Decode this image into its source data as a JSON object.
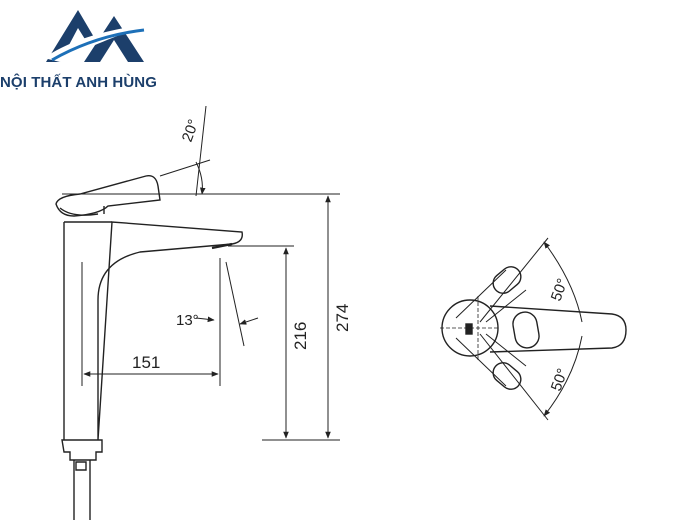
{
  "brand": {
    "name": "NỘI THẤT ANH HÙNG",
    "primary_color": "#1c3f6b",
    "accent_color": "#1d70b8"
  },
  "side_view": {
    "lever_angle": "20°",
    "spout_angle": "13°",
    "reach": "151",
    "spout_height": "216",
    "total_height": "274"
  },
  "top_view": {
    "rotation_up": "50°",
    "rotation_down": "50°"
  }
}
